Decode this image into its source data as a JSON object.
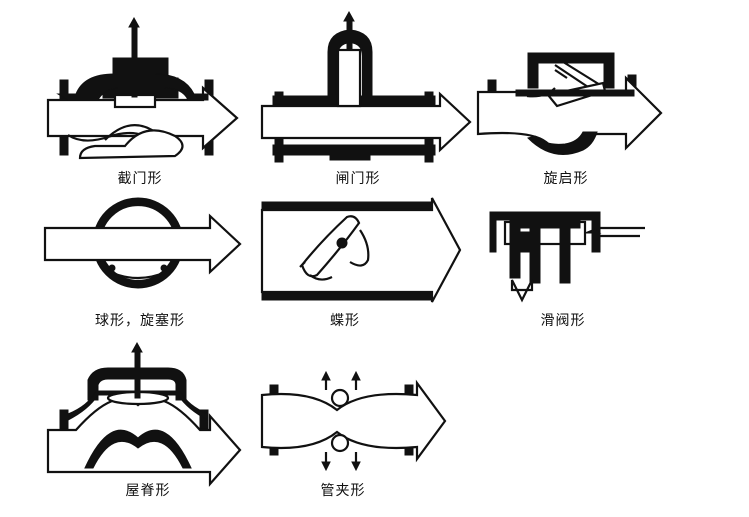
{
  "diagram": {
    "valve_types": [
      {
        "id": "globe",
        "label": "截门形"
      },
      {
        "id": "gate",
        "label": "闸门形"
      },
      {
        "id": "swing-check",
        "label": "旋启形"
      },
      {
        "id": "ball-plug",
        "label": "球形，旋塞形"
      },
      {
        "id": "butterfly",
        "label": "蝶形"
      },
      {
        "id": "slide",
        "label": "滑阀形"
      },
      {
        "id": "diaphragm",
        "label": "屋脊形"
      },
      {
        "id": "pinch",
        "label": "管夹形"
      }
    ]
  }
}
